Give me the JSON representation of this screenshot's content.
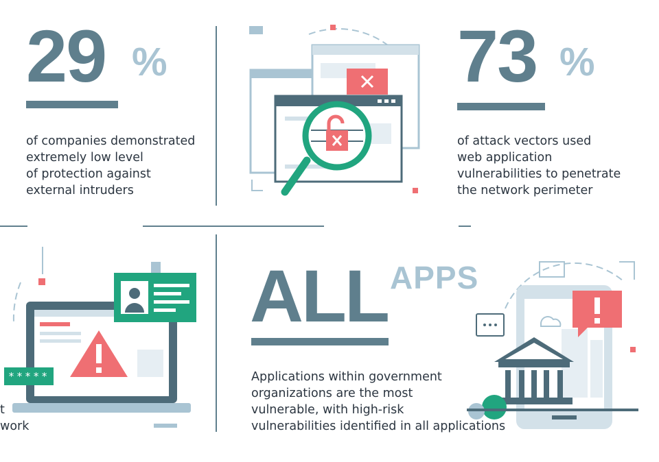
{
  "stat_top_left": {
    "number": "29",
    "percent_sign": "%",
    "description": "of companies demonstrated\nextremely low level\nof protection against\nexternal intruders"
  },
  "stat_top_right": {
    "number": "73",
    "percent_sign": "%",
    "description": "of attack vectors used\nweb application\nvulnerabilities to penetrate\nthe network perimeter"
  },
  "stat_bottom_right": {
    "headline": "ALL",
    "subheadline": "APPS",
    "description": "Applications within government\norganizations are the most\nvulnerable, with high-risk\nvulnerabilities identified in all applications"
  },
  "bottom_left_fragment": {
    "line1": "t",
    "line2": "work",
    "password_mask": "*****"
  },
  "colors": {
    "slate": "#5f7f8d",
    "light_blue": "#a9c4d3",
    "coral": "#ef6f73",
    "green": "#21a57f"
  },
  "icons": [
    "browser-windows-icon",
    "magnifier-icon",
    "unlocked-padlock-icon",
    "laptop-icon",
    "warning-icon",
    "id-badge-icon",
    "password-field-icon",
    "smartphone-icon",
    "government-building-icon",
    "alert-bubble-icon",
    "chat-bubble-icon",
    "cloud-icon"
  ]
}
